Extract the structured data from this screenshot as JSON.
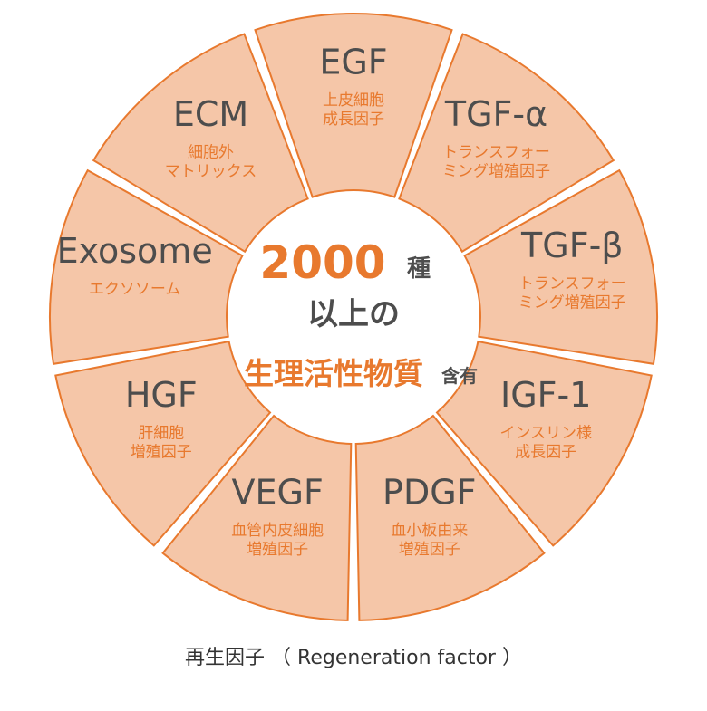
{
  "diagram": {
    "colors": {
      "segment_fill": "#f5c6a8",
      "segment_stroke": "#e8792e",
      "title_text": "#4d4d4d",
      "sub_text": "#e8792e",
      "accent": "#e8792e"
    },
    "segments": [
      {
        "title": "EGF",
        "sub": [
          "上皮細胞",
          "成長因子"
        ]
      },
      {
        "title": "TGF-α",
        "sub": [
          "トランスフォー",
          "ミング増殖因子"
        ]
      },
      {
        "title": "TGF-β",
        "sub": [
          "トランスフォー",
          "ミング増殖因子"
        ]
      },
      {
        "title": "IGF-1",
        "sub": [
          "インスリン様",
          "成長因子"
        ]
      },
      {
        "title": "PDGF",
        "sub": [
          "血小板由来",
          "増殖因子"
        ]
      },
      {
        "title": "VEGF",
        "sub": [
          "血管内皮細胞",
          "増殖因子"
        ]
      },
      {
        "title": "HGF",
        "sub": [
          "肝細胞",
          "増殖因子"
        ]
      },
      {
        "title": "Exosome",
        "sub": [
          "エクソソーム"
        ]
      },
      {
        "title": "ECM",
        "sub": [
          "細胞外",
          "マトリックス"
        ]
      }
    ],
    "center": {
      "count": "2000",
      "count_unit": "種",
      "line2": "以上の",
      "highlight": "生理活性物質",
      "suffix": "含有"
    },
    "caption": "再生因子 （ Regeneration factor ）"
  }
}
